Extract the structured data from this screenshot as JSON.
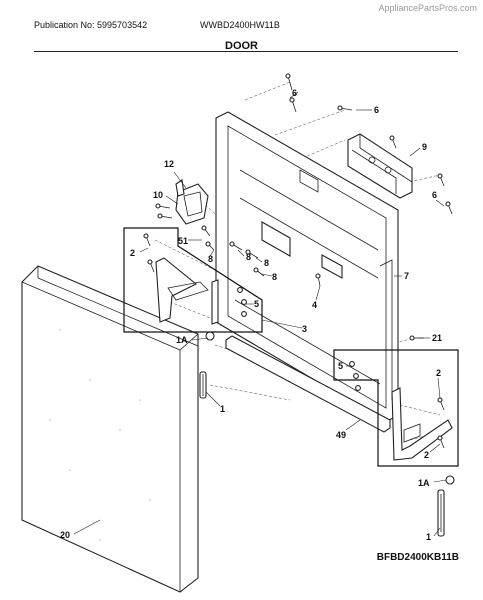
{
  "header": {
    "watermark": "AppliancePartsPros.com",
    "publication": "Publication No: 5995703542",
    "model": "WWBD2400HW11B",
    "section": "DOOR"
  },
  "footer": {
    "diagram_code": "BFBD2400KB11B"
  },
  "callouts": {
    "c6a": "6",
    "c6b": "6",
    "c6c": "6",
    "c9": "9",
    "c12": "12",
    "c10": "10",
    "c51": "51",
    "c8a": "8",
    "c8b": "8",
    "c8c": "8",
    "c8d": "8",
    "c2a": "2",
    "c5a": "5",
    "c7": "7",
    "c4": "4",
    "c3": "3",
    "c1Aa": "1A",
    "c21": "21",
    "c1a": "1",
    "c5b": "5",
    "c2b": "2",
    "c49": "49",
    "c2c": "2",
    "c20": "20",
    "c1Ab": "1A",
    "c1b": "1"
  }
}
